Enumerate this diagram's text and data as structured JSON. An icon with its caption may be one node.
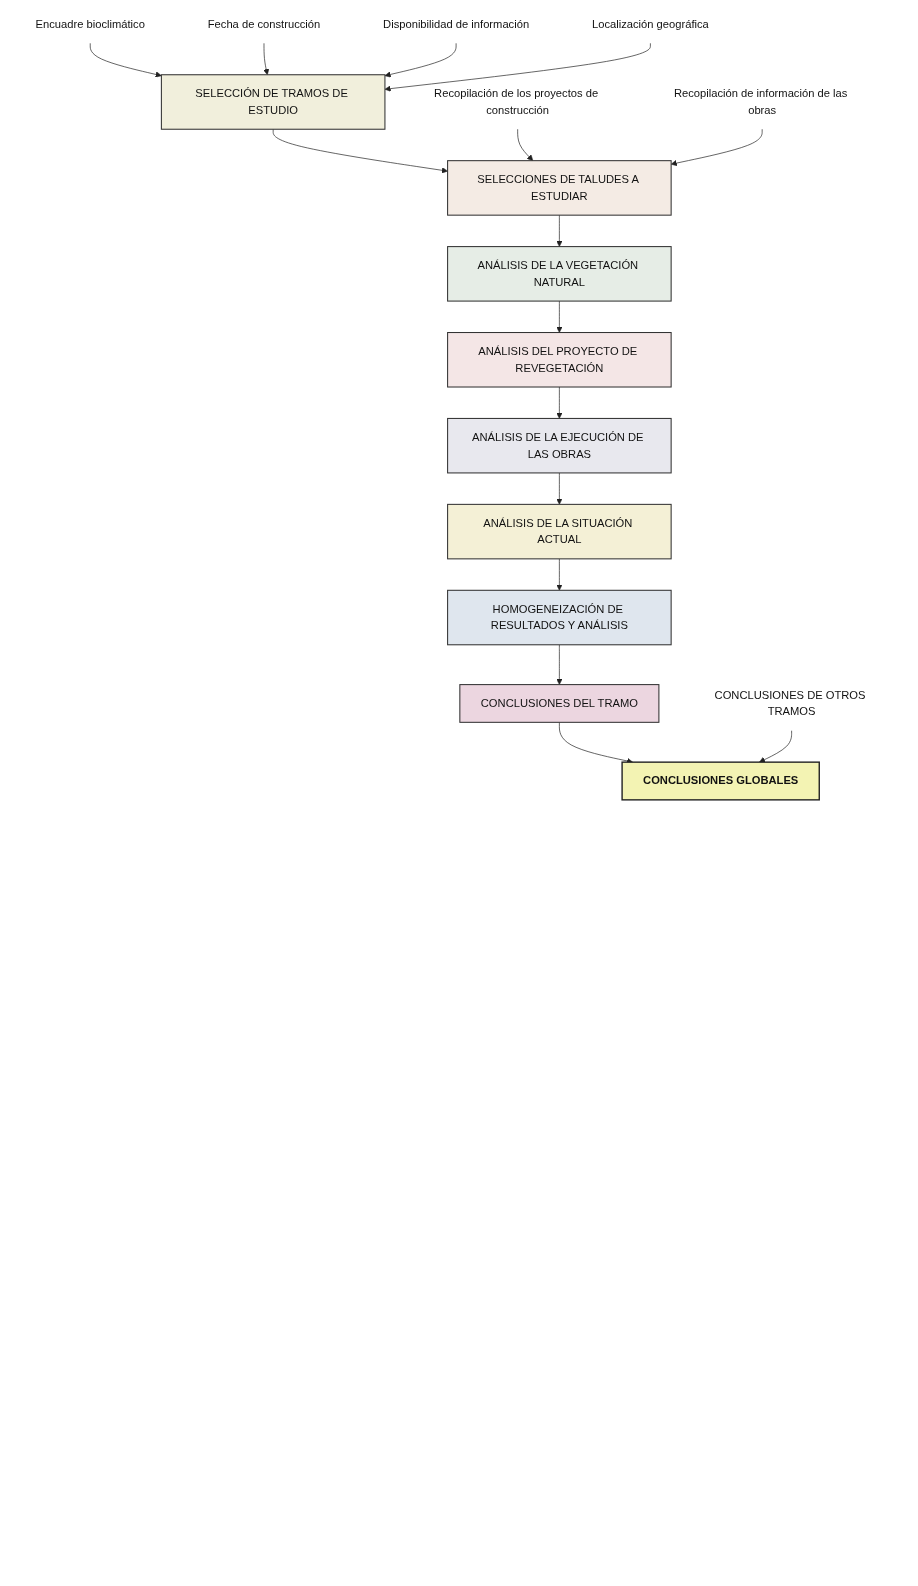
{
  "diagram": {
    "nodes": [
      {
        "text": [
          "Encuadre bioclimático"
        ]
      },
      {
        "text": [
          "Fecha de construcción"
        ]
      },
      {
        "text": [
          "Disponibilidad de información"
        ]
      },
      {
        "text": [
          "Localización geográfica"
        ]
      },
      {
        "text": [
          "SELECCIÓN DE TRAMOS DE ESTUDIO"
        ]
      },
      {
        "text": [
          "Recopilación de los proyectos de construcción"
        ]
      },
      {
        "text": [
          "Recopilación de información de las obras"
        ]
      },
      {
        "text": [
          "SELECCIONES DE TALUDES A ESTUDIAR"
        ]
      },
      {
        "text": [
          "ANÁLISIS DE LA VEGETACIÓN NATURAL"
        ]
      },
      {
        "text": [
          "ANÁLISIS DEL PROYECTO DE REVEGETACIÓN"
        ]
      },
      {
        "text": [
          "ANÁLISIS DE LA EJECUCIÓN DE LAS OBRAS"
        ]
      },
      {
        "text": [
          "ANÁLISIS DE LA SITUACIÓN ACTUAL"
        ]
      },
      {
        "text": [
          "HOMOGENEIZACIÓN DE RESULTADOS Y ANÁLISIS"
        ]
      },
      {
        "text": [
          "CONCLUSIONES DEL TRAMO"
        ]
      },
      {
        "text": [
          "CONCLUSIONES DE OTROS TRAMOS"
        ]
      },
      {
        "text": [
          "CONCLUSIONES GLOBALES"
        ]
      }
    ],
    "edges": [
      {
        "from": 0,
        "to": 4,
        "arrow": "to"
      },
      {
        "from": 1,
        "to": 4,
        "arrow": "to"
      },
      {
        "from": 2,
        "to": 4,
        "arrow": "to"
      },
      {
        "from": 3,
        "to": 4,
        "arrow": "to"
      },
      {
        "from": 4,
        "to": 7,
        "arrow": "to"
      },
      {
        "from": 5,
        "to": 7,
        "arrow": "to"
      },
      {
        "from": 6,
        "to": 7,
        "arrow": "to"
      },
      {
        "from": 7,
        "to": 8,
        "arrow": "to"
      },
      {
        "from": 8,
        "to": 9,
        "arrow": "to"
      },
      {
        "from": 9,
        "to": 10,
        "arrow": "to"
      },
      {
        "from": 10,
        "to": 11,
        "arrow": "to"
      },
      {
        "from": 11,
        "to": 12,
        "arrow": "to"
      },
      {
        "from": 12,
        "to": 13,
        "arrow": "to"
      },
      {
        "from": 13,
        "to": 15,
        "arrow": "to"
      },
      {
        "from": 14,
        "to": 15,
        "arrow": "to"
      }
    ]
  }
}
